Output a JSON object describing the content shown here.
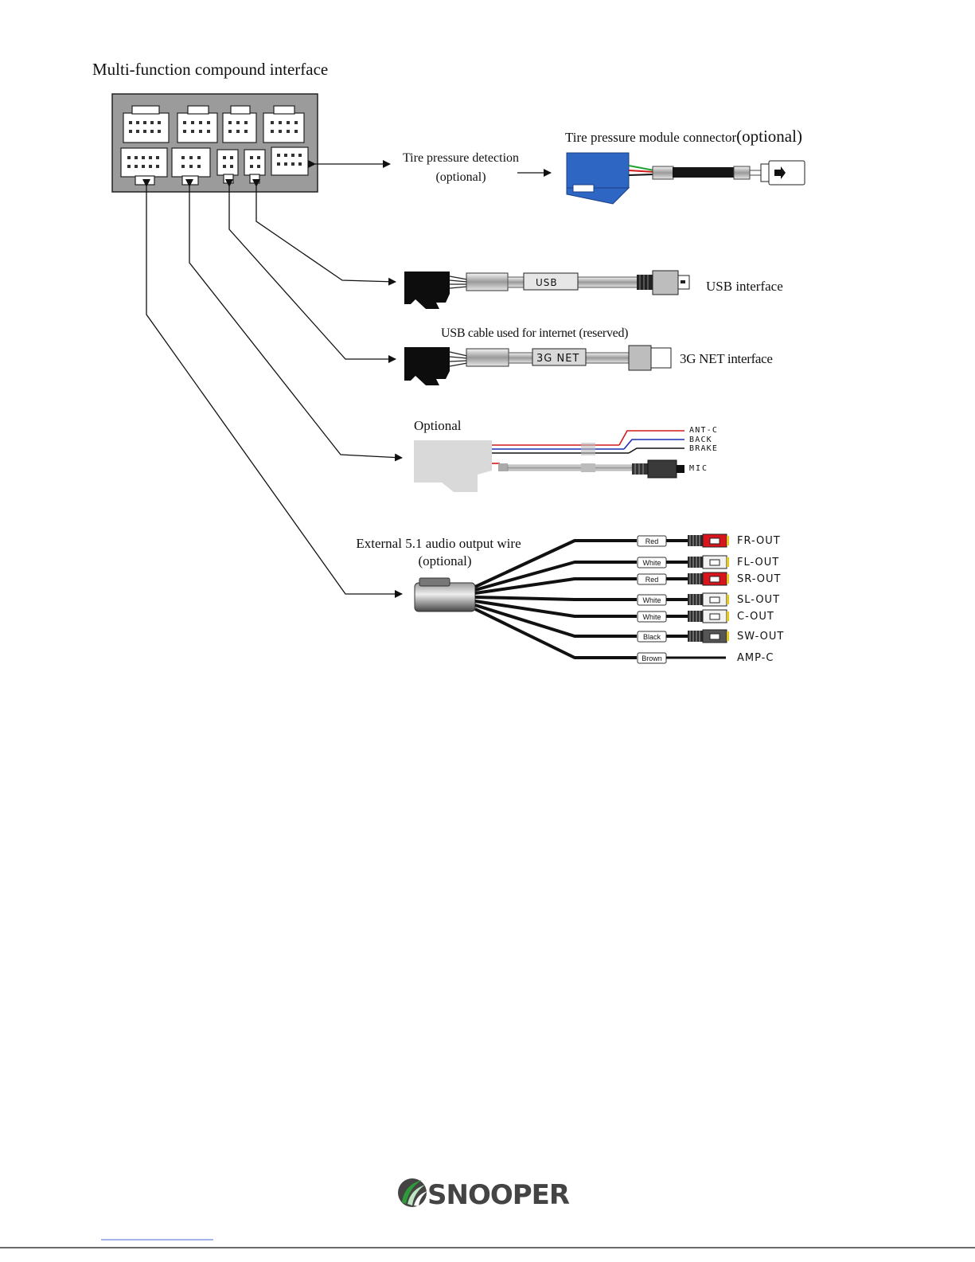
{
  "title": "Multi-function compound interface",
  "tire": {
    "detection_line1": "Tire pressure detection",
    "detection_line2": "(optional)",
    "module_label": "Tire pressure module connector",
    "module_suffix": "(optional)"
  },
  "usb": {
    "cable_tag": "USB",
    "interface_label": "USB interface"
  },
  "net": {
    "caption": "USB cable used for internet (reserved)",
    "cable_tag": "3G NET",
    "interface_label": "3G NET interface"
  },
  "optional_harness": {
    "title": "Optional",
    "wires": [
      {
        "label": "ANT-C",
        "color": "#d11a1a"
      },
      {
        "label": "BACK",
        "color": "#1a2fb3"
      },
      {
        "label": "BRAKE",
        "color": "#111111"
      }
    ],
    "mic_label": "MIC"
  },
  "audio": {
    "title_line1": "External 5.1 audio output wire",
    "title_line2": "(optional)",
    "outputs": [
      {
        "tag": "Red",
        "label": "FR-OUT",
        "plug": "#d8141c"
      },
      {
        "tag": "White",
        "label": "FL-OUT",
        "plug": "#f2f2f2"
      },
      {
        "tag": "Red",
        "label": "SR-OUT",
        "plug": "#d8141c"
      },
      {
        "tag": "White",
        "label": "SL-OUT",
        "plug": "#f2f2f2"
      },
      {
        "tag": "White",
        "label": "C-OUT",
        "plug": "#f2f2f2"
      },
      {
        "tag": "Black",
        "label": "SW-OUT",
        "plug": "#555555"
      },
      {
        "tag": "Brown",
        "label": "AMP-C",
        "plug": ""
      }
    ]
  },
  "footer": {
    "brand": "SNOOPER"
  }
}
